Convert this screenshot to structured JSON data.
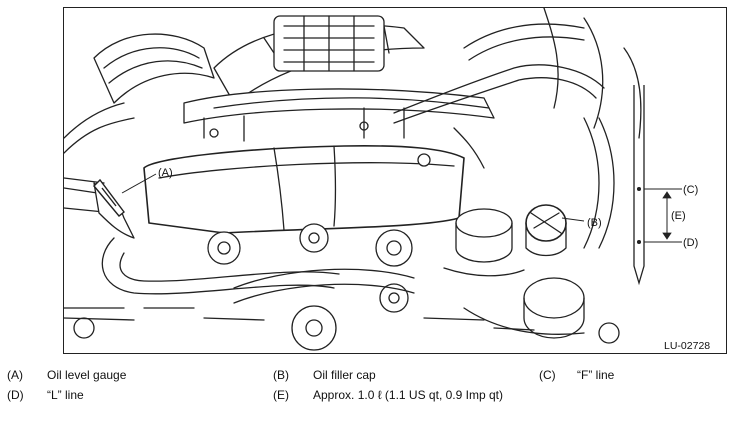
{
  "callouts": {
    "a": "(A)",
    "b": "(B)",
    "c": "(C)",
    "d": "(D)",
    "e": "(E)"
  },
  "figure_code": "LU-02728",
  "legend": [
    {
      "key": "(A)",
      "text": "Oil level gauge"
    },
    {
      "key": "(B)",
      "text": "Oil filler cap"
    },
    {
      "key": "(C)",
      "text": "“F” line"
    },
    {
      "key": "(D)",
      "text": "“L” line"
    },
    {
      "key": "(E)",
      "text": "Approx. 1.0 ℓ (1.1 US qt, 0.9 Imp qt)"
    }
  ]
}
